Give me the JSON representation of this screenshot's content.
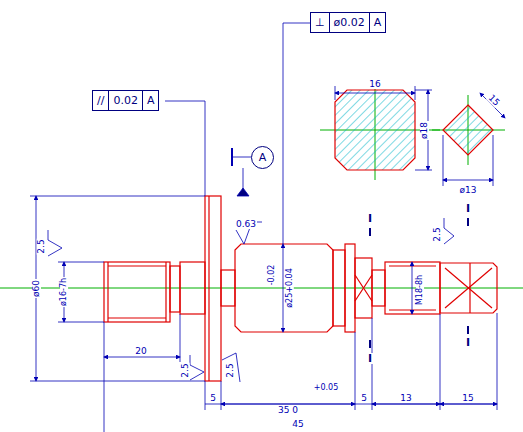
{
  "diagram": {
    "nodes": [
      {
        "text": [
          "⊥",
          "ø0.02",
          "A"
        ]
      },
      {
        "text": [
          "//",
          "0.02",
          "A"
        ]
      },
      {
        "text": [
          "A"
        ]
      }
    ],
    "labels": [
      "16",
      "15",
      "ø18",
      "ø13",
      "I",
      "I",
      "I",
      "I",
      "0.63",
      "2.5",
      "ø60",
      "ø16-7h",
      "2.5",
      "2.5",
      "-0.02",
      "ø25+0.04",
      "2.5",
      "M18-8h",
      "20",
      "5",
      "35 0",
      "+0.05",
      "5",
      "13",
      "15",
      "45"
    ]
  }
}
